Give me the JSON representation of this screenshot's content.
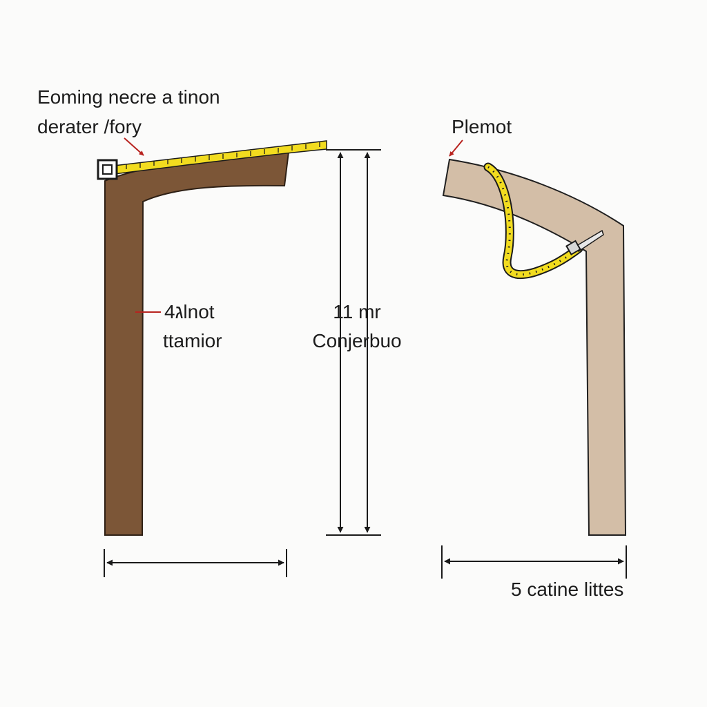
{
  "labels": {
    "top_left_line1": "Eoming necre a tinon",
    "top_left_line2": "derater /fory",
    "mid_left_line1": "4ג‬lnot",
    "mid_left_line2": "ttamior",
    "mid_center_line1": "11 mr",
    "mid_center_line2": "Conjerbuo",
    "top_right": "Plemot",
    "bottom_right": "5 catine littes"
  },
  "colors": {
    "background": "#fbfbfa",
    "left_piece": "#7c5637",
    "right_piece": "#d3bea7",
    "tape": "#f2dc1f",
    "pointer": "#b8231f",
    "dimension_line": "#1a1a1a"
  }
}
